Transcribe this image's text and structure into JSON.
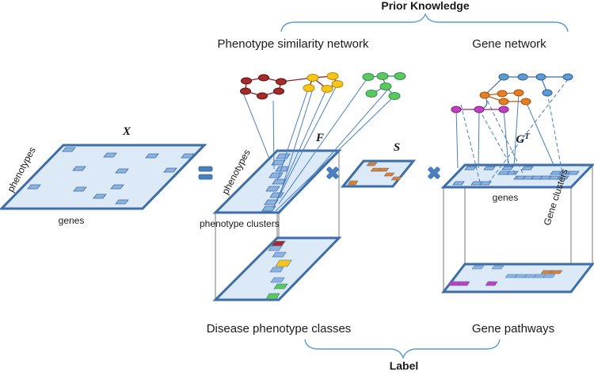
{
  "labels": {
    "prior_knowledge": "Prior Knowledge",
    "phenotype_similarity_network": "Phenotype similarity network",
    "gene_network": "Gene network",
    "matrix_x": "X",
    "matrix_f": "F",
    "matrix_s": "S",
    "matrix_gt_base": "G",
    "matrix_gt_sup": "T",
    "phenotypes_left": "phenotypes",
    "genes_left": "genes",
    "phenotypes_f": "phenotypes",
    "phenotype_clusters": "phenotype clusters",
    "genes_right": "genes",
    "gene_clusters": "Gene clusters",
    "disease_phenotype_classes": "Disease phenotype classes",
    "gene_pathways": "Gene pathways",
    "label": "Label"
  },
  "colors": {
    "plane_fill": "#dce9f7",
    "plane_stroke": "#3d6ea8",
    "cell_blue": "#8fb3e0",
    "node_red": "#a52a2a",
    "node_yellow": "#f5c518",
    "node_green": "#5cc85c",
    "node_blue": "#5b9bd5",
    "node_orange": "#e67e22",
    "node_magenta": "#c040c0",
    "operator": "#4a7fbf"
  }
}
